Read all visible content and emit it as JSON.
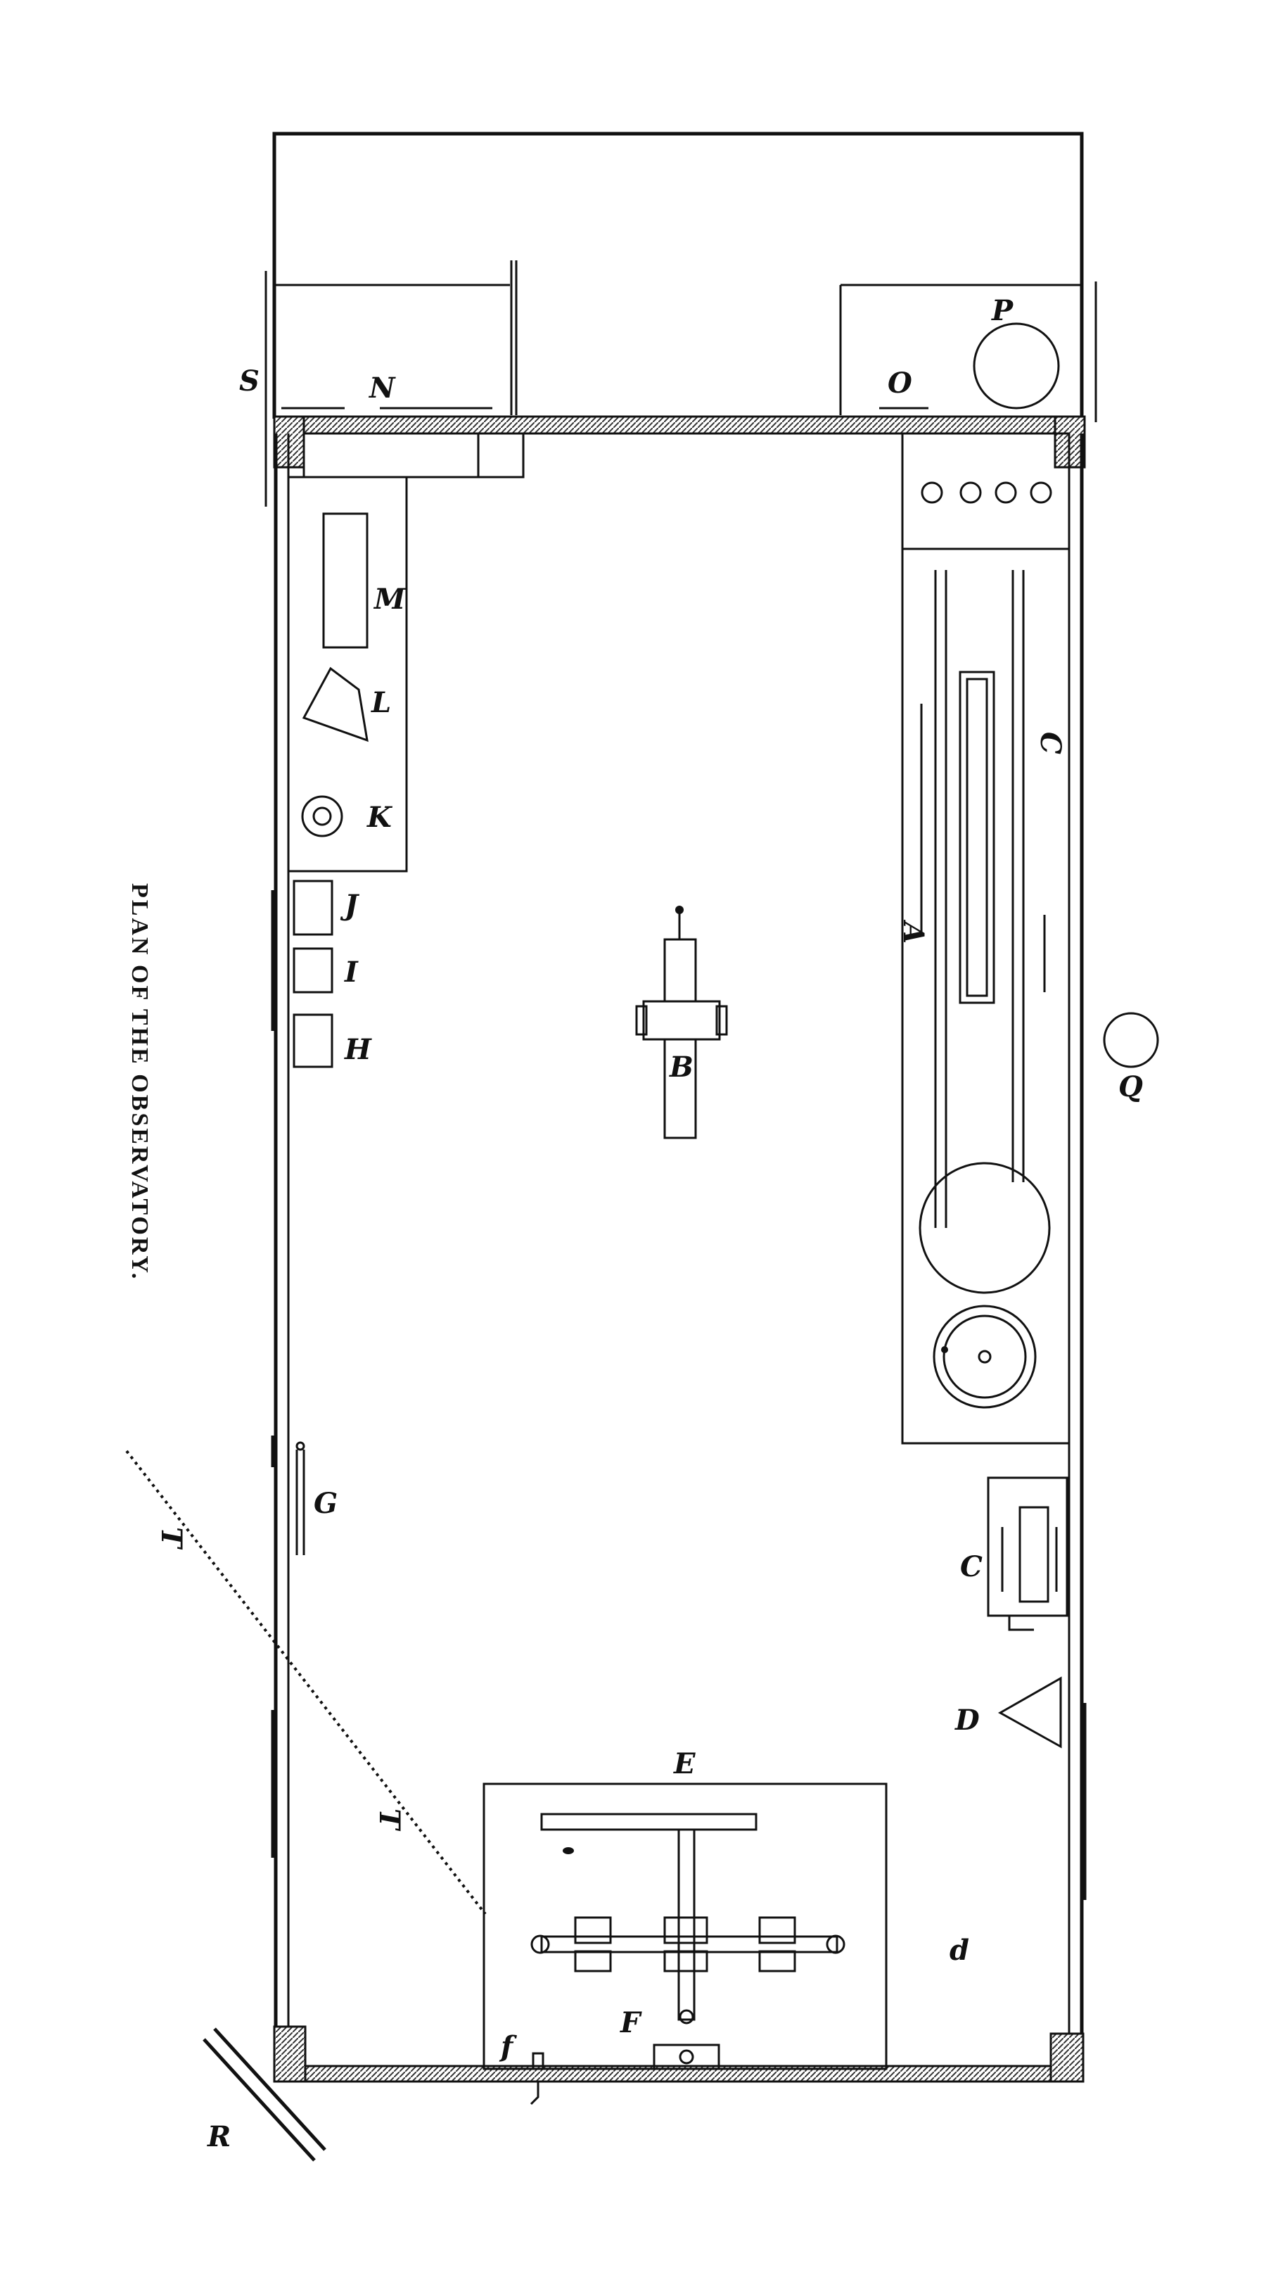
{
  "caption": "PLAN OF THE OBSERVATORY.",
  "labels": {
    "S": "S",
    "N": "N",
    "O": "O",
    "P": "P",
    "M": "M",
    "L": "L",
    "K": "K",
    "J": "J",
    "I": "I",
    "H": "H",
    "B": "B",
    "C_upper": "C",
    "A": "A",
    "Q": "Q",
    "G": "G",
    "T_upper": "T",
    "T_lower": "T",
    "C_lower": "C",
    "D": "D",
    "E": "E",
    "d": "d",
    "f": "f",
    "F": "F",
    "R": "R"
  }
}
